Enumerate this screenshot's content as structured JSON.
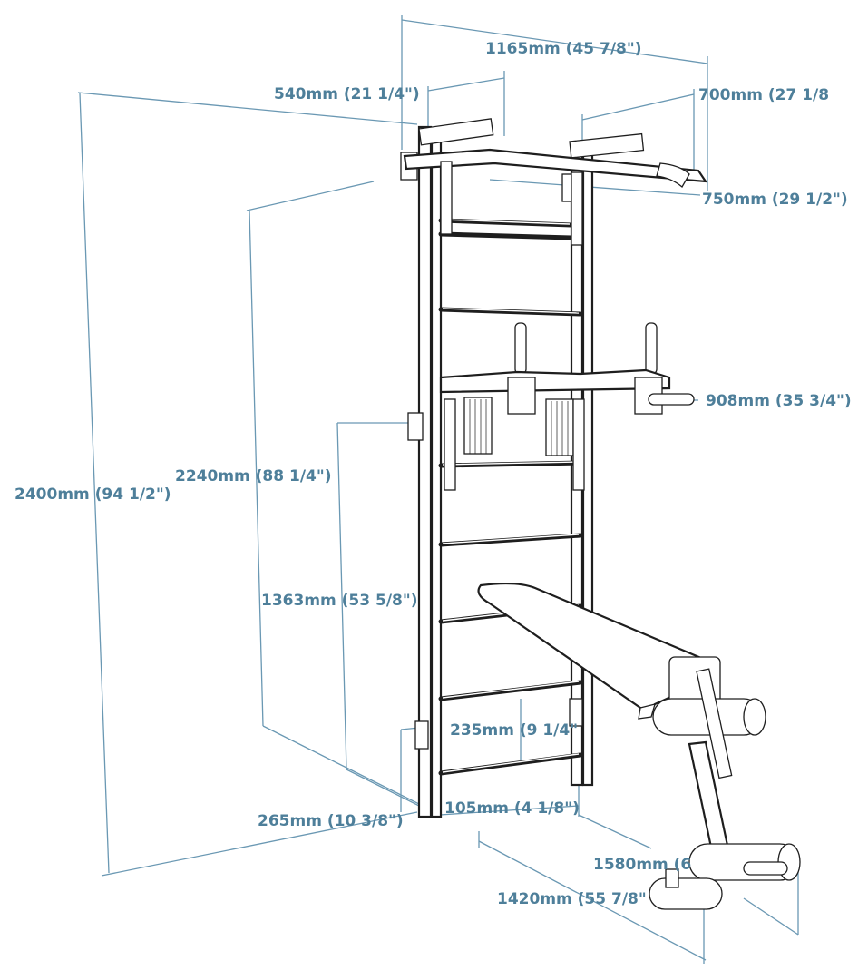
{
  "dimensions": {
    "total_width": "1165mm (45 7/8\")",
    "wall_bar_width": "540mm (21 1/4\")",
    "pullup_bar_depth": "700mm (27 1/8",
    "pullup_bar_width": "750mm (29 1/2\")",
    "dip_station_depth": "908mm (35 3/4\")",
    "total_height": "2400mm (94 1/2\")",
    "pullup_height": "2240mm (88 1/4\")",
    "dip_height": "1363mm (53 5/8\")",
    "rung_spacing": "235mm (9 1/4\"",
    "bottom_rung_height": "265mm (10 3/8\")",
    "wall_clearance": "105mm (4 1/8\")",
    "bench_length": "1580mm (6",
    "bench_depth": "1420mm (55 7/8\""
  },
  "colors": {
    "dimension": "#4e7f9a",
    "outline": "#1e1e1e"
  }
}
